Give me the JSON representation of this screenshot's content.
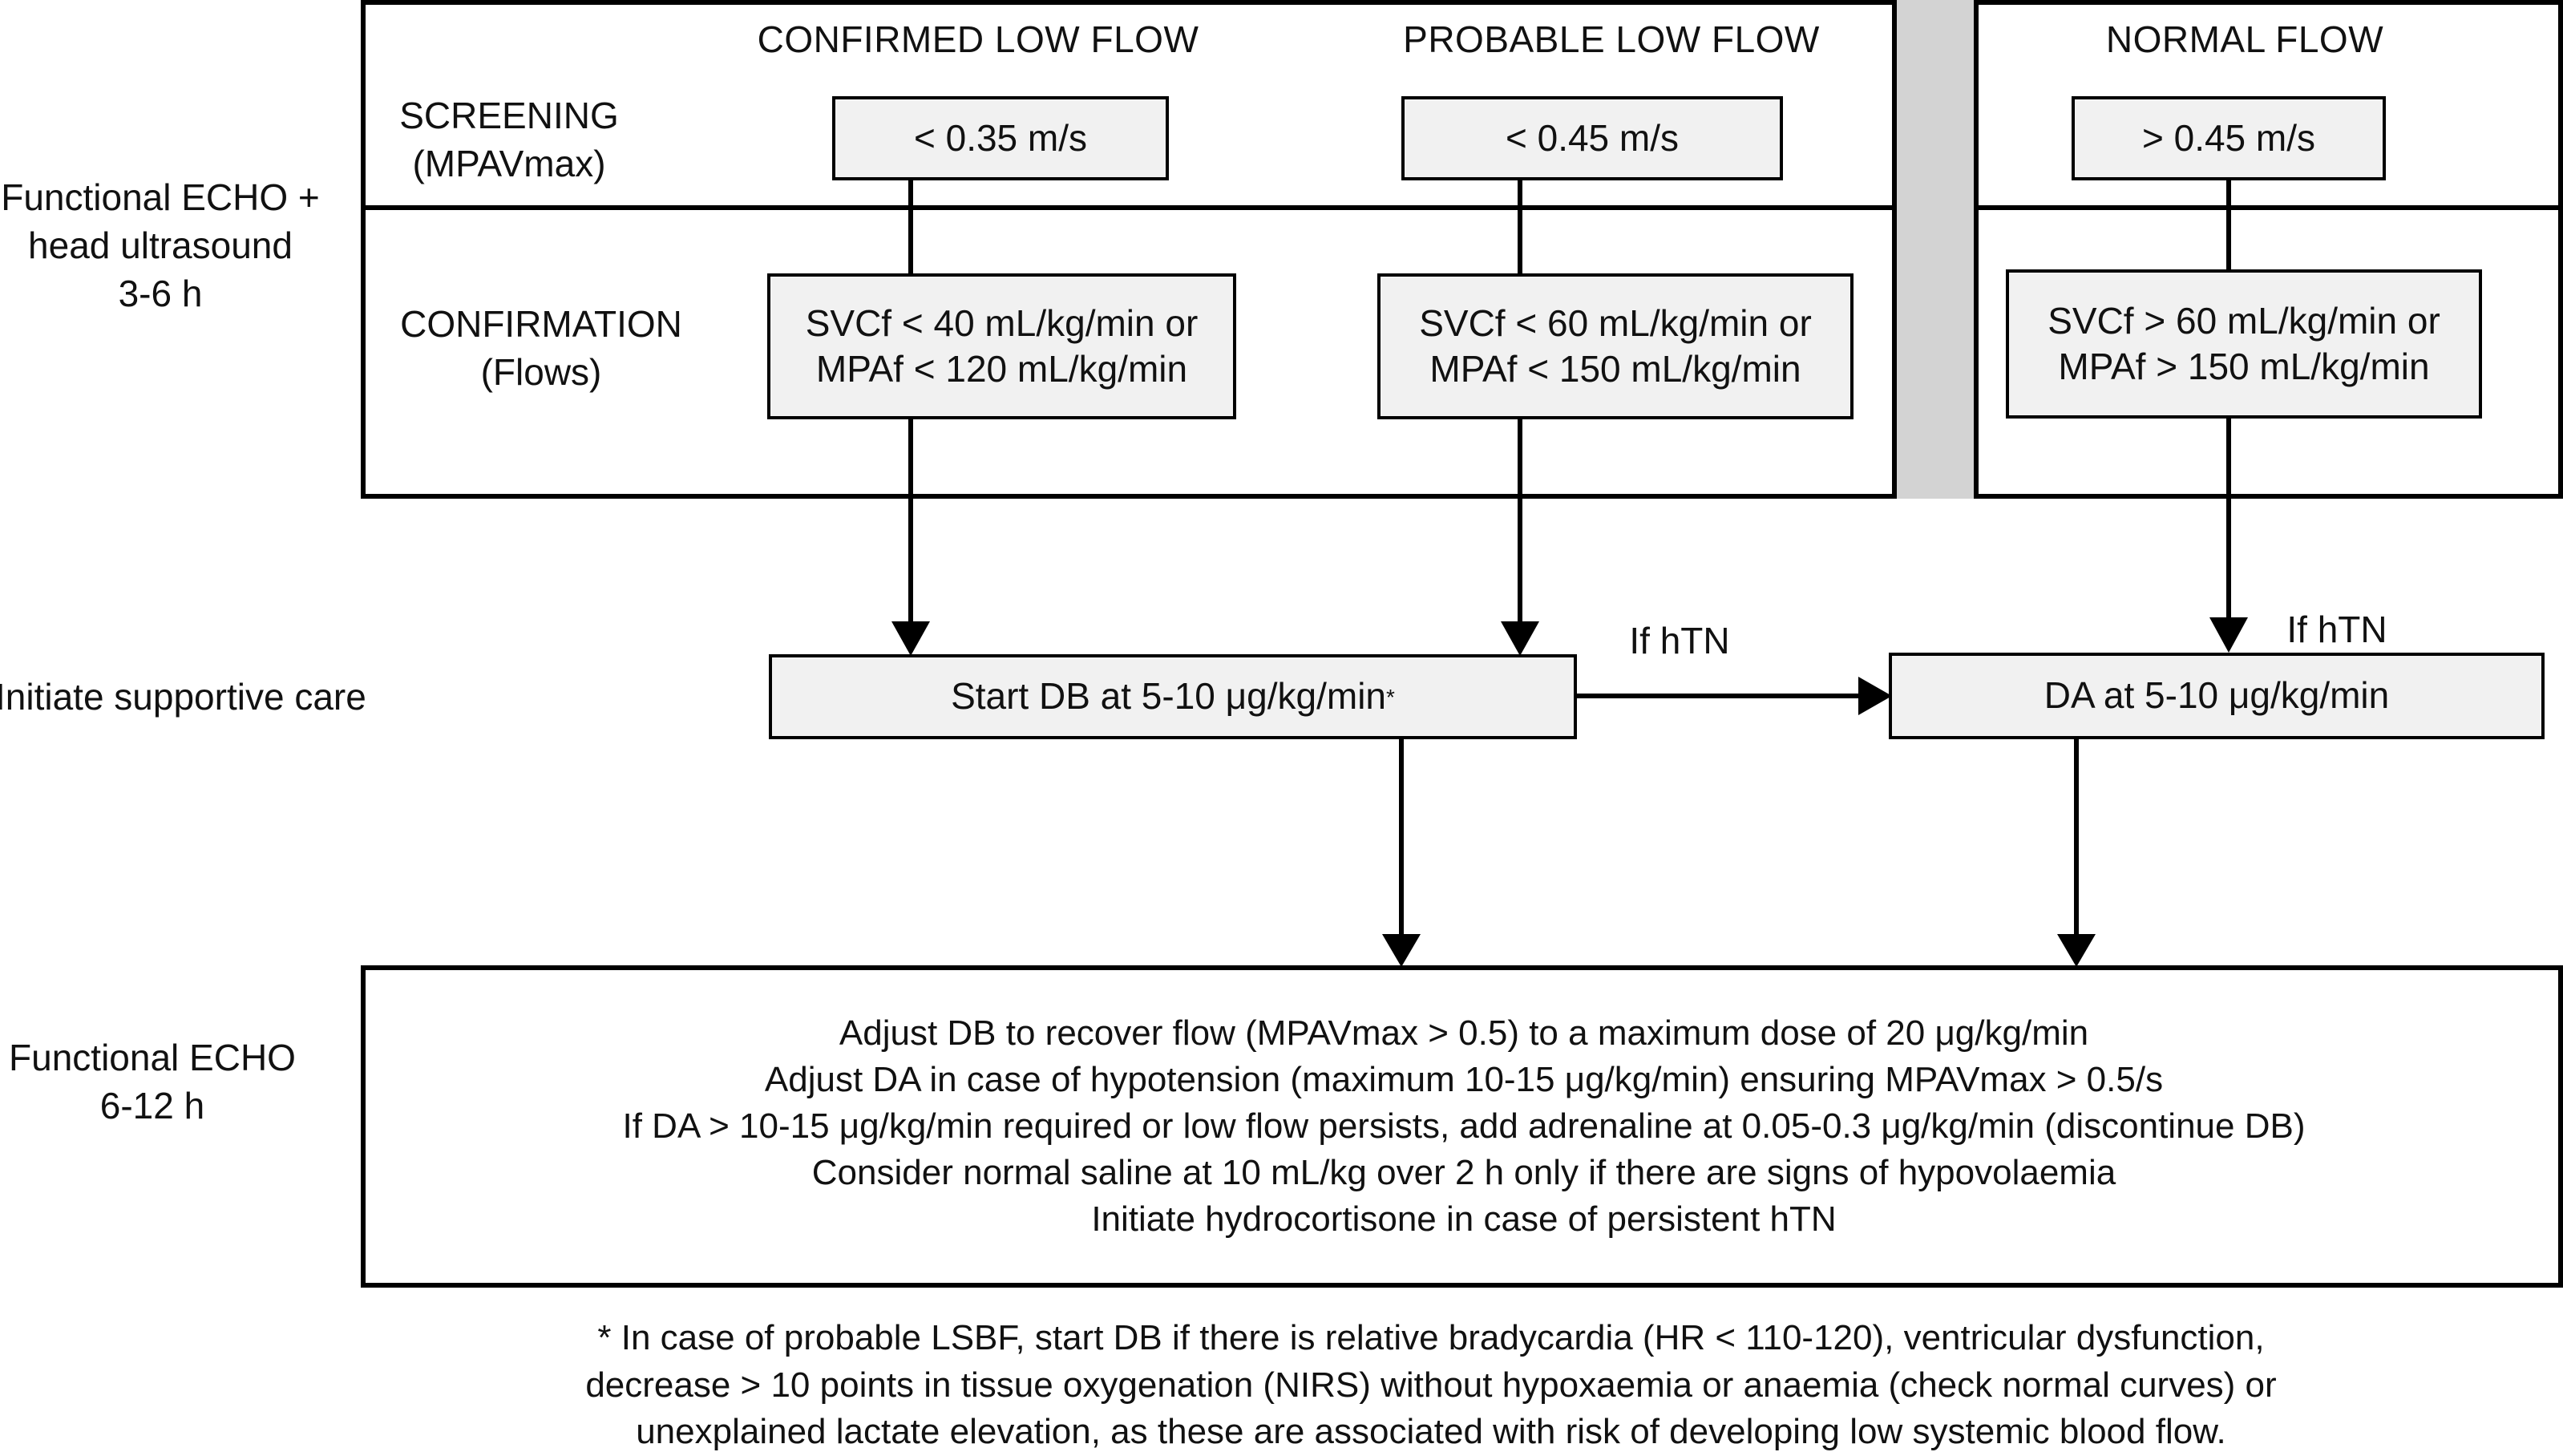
{
  "columns": {
    "confirmed": "CONFIRMED LOW FLOW",
    "probable": "PROBABLE LOW FLOW",
    "normal": "NORMAL FLOW"
  },
  "rows": {
    "screening": [
      "SCREENING",
      "(MPAVmax)"
    ],
    "confirmation": [
      "CONFIRMATION",
      "(Flows)"
    ]
  },
  "side_labels": {
    "echo1": [
      "Functional ECHO +",
      "head ultrasound",
      "3-6 h"
    ],
    "supportive": "Initiate supportive care",
    "echo2": [
      "Functional ECHO",
      "6-12 h"
    ]
  },
  "screening_boxes": {
    "confirmed": "< 0.35 m/s",
    "probable": "< 0.45 m/s",
    "normal": "> 0.45 m/s"
  },
  "confirmation_boxes": {
    "confirmed": [
      "SVCf < 40 mL/kg/min or",
      "MPAf < 120 mL/kg/min"
    ],
    "probable": [
      "SVCf < 60 mL/kg/min or",
      "MPAf < 150 mL/kg/min"
    ],
    "normal": [
      "SVCf > 60 mL/kg/min or",
      "MPAf > 150 mL/kg/min"
    ]
  },
  "treatment": {
    "db": "Start DB at 5-10 μg/kg/min",
    "db_star": "*",
    "da": "DA at 5-10 μg/kg/min",
    "if_htn_1": "If hTN",
    "if_htn_2": "If hTN"
  },
  "adjust_lines": [
    "Adjust DB to recover flow (MPAVmax > 0.5) to a maximum dose of 20 μg/kg/min",
    "Adjust DA in case of hypotension (maximum 10-15 μg/kg/min) ensuring MPAVmax > 0.5/s",
    "If DA > 10-15 μg/kg/min required or low flow persists, add adrenaline at 0.05-0.3 μg/kg/min (discontinue DB)",
    "Consider normal saline at 10 mL/kg over 2 h only if there are signs of hypovolaemia",
    "Initiate hydrocortisone in case of persistent hTN"
  ],
  "footnote": [
    "* In case of probable LSBF, start DB if there is relative bradycardia (HR < 110-120), ventricular dysfunction,",
    "decrease > 10 points in tissue oxygenation (NIRS) without hypoxaemia or anaemia (check normal curves) or",
    "unexplained lactate elevation, as these are associated with risk of developing low systemic blood flow."
  ]
}
